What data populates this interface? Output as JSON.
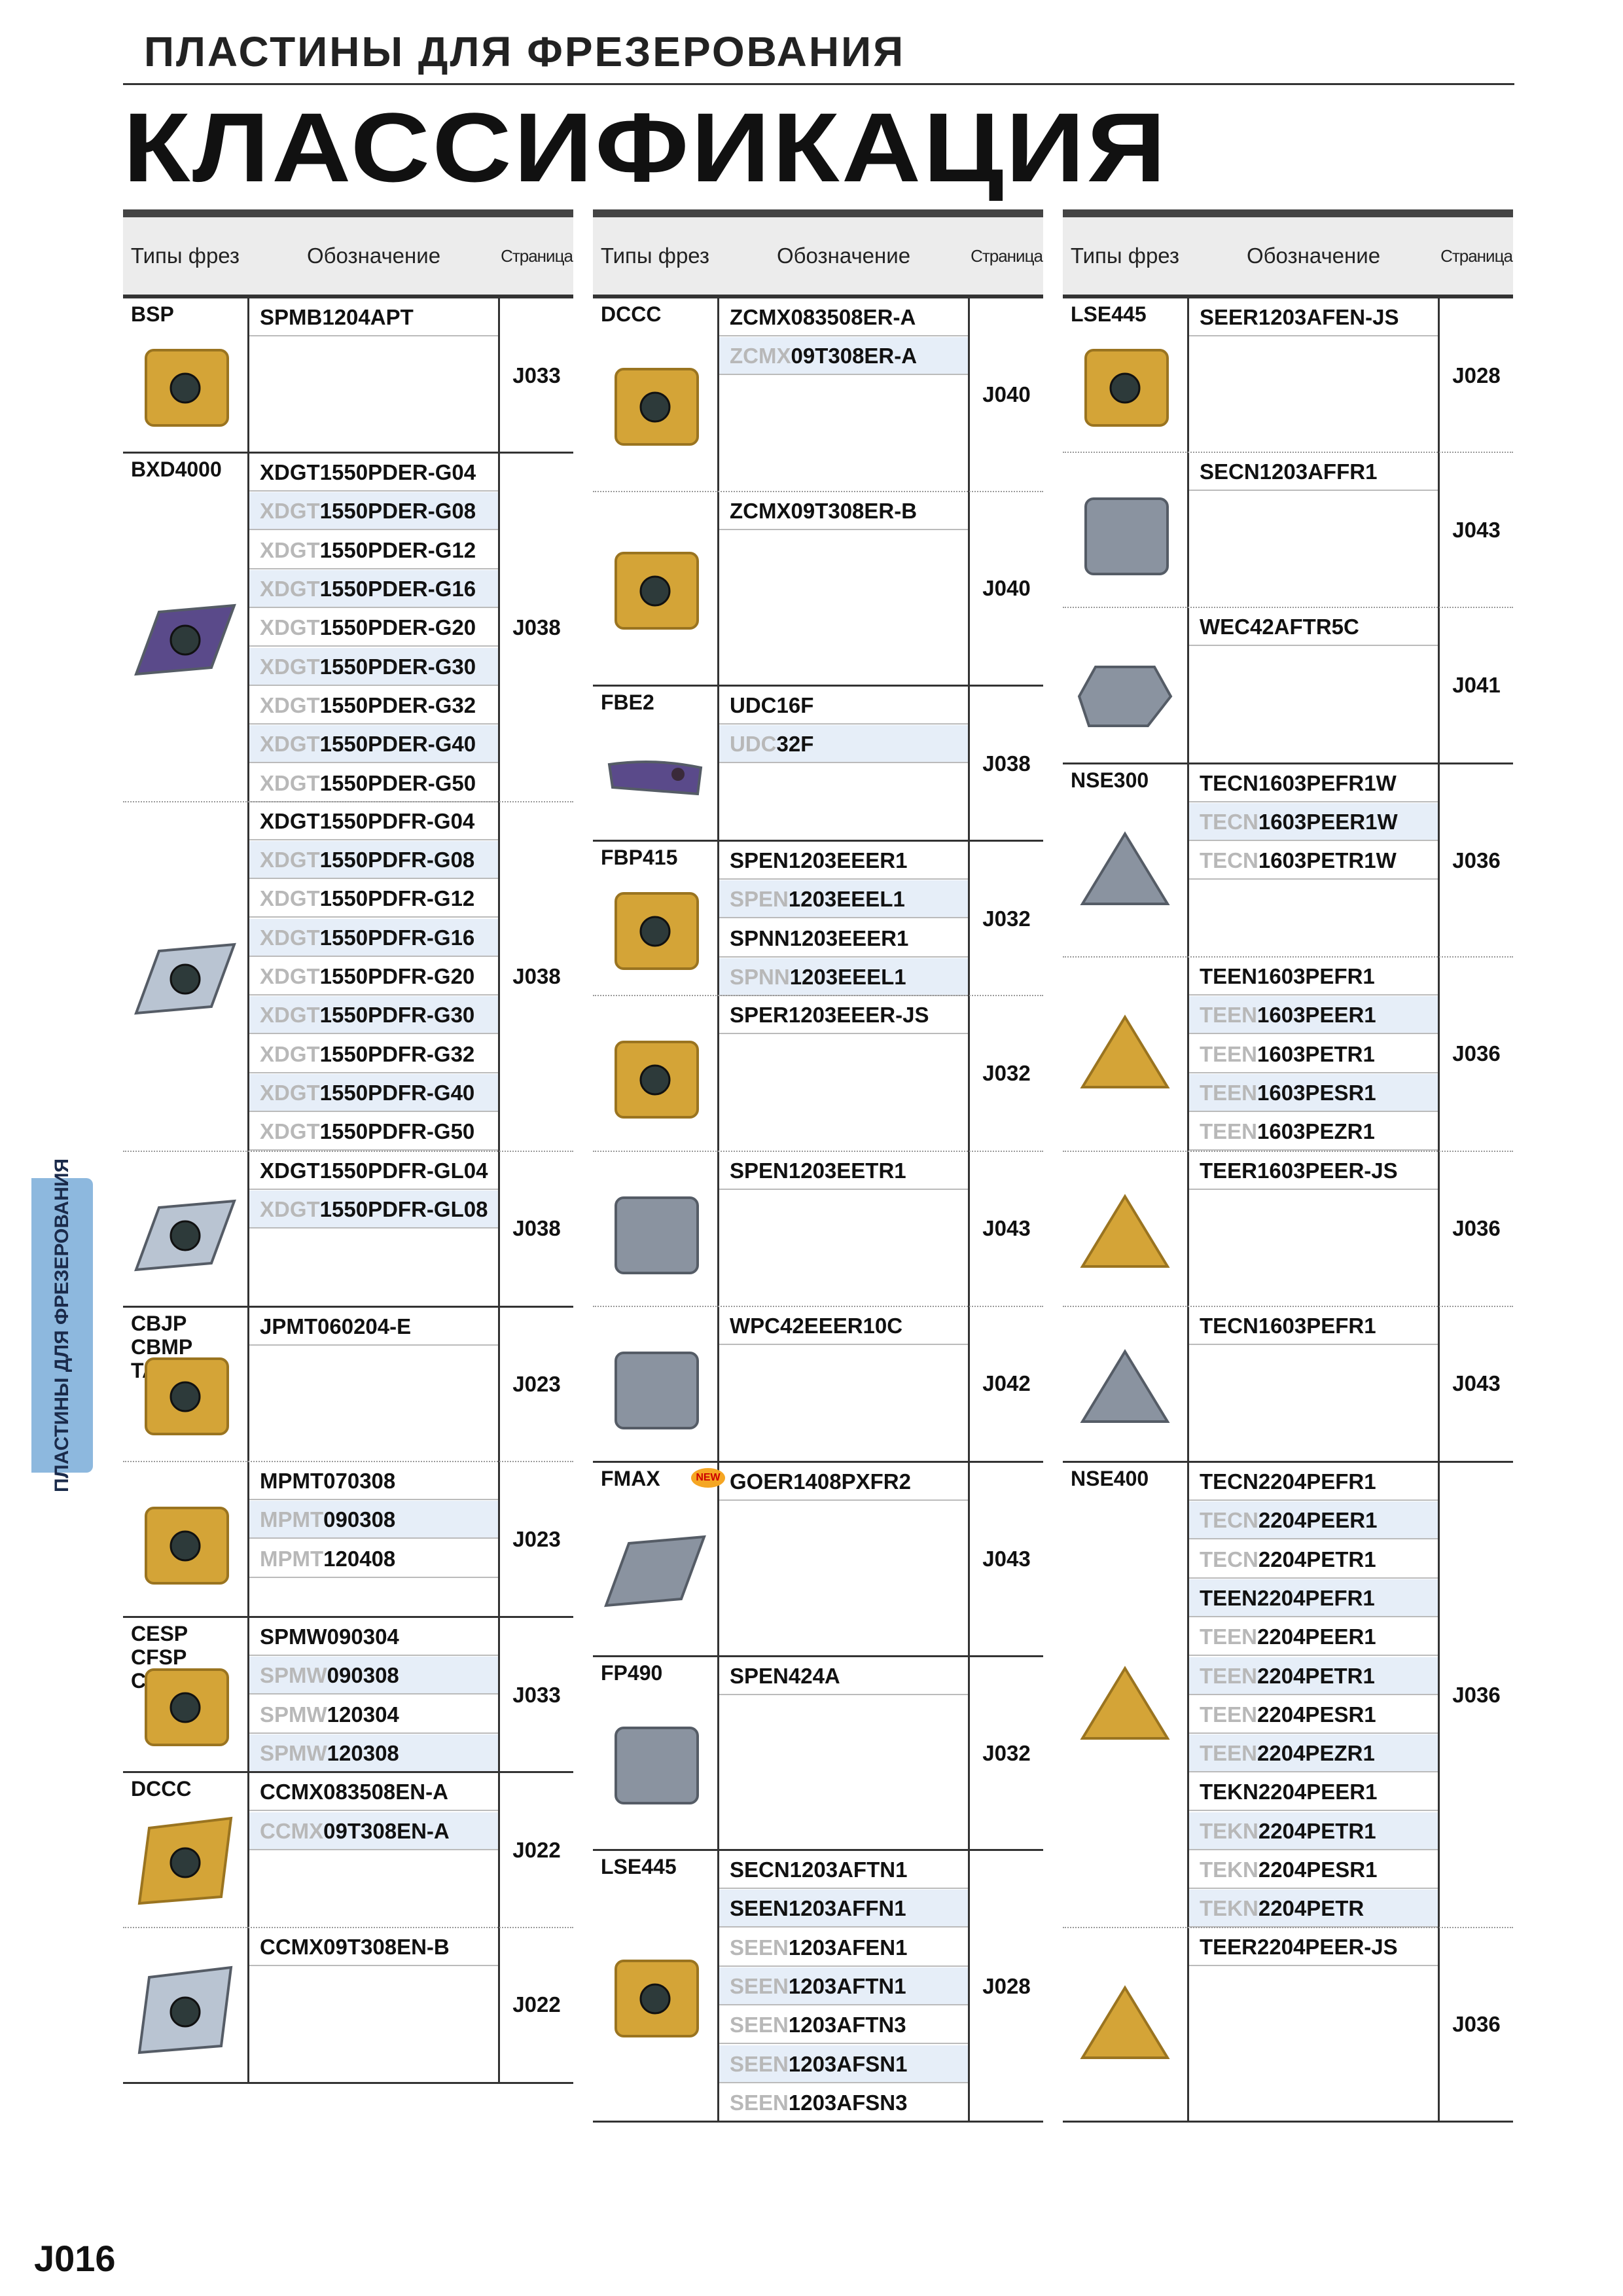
{
  "header": {
    "subtitle": "ПЛАСТИНЫ ДЛЯ ФРЕЗЕРОВАНИЯ",
    "title": "КЛАССИФИКАЦИЯ"
  },
  "table_headers": {
    "type": "Типы фрез",
    "designation": "Обозначение",
    "page": "Страница"
  },
  "side_tab": "ПЛАСТИНЫ ДЛЯ ФРЕЗЕРОВАНИЯ",
  "page_number": "J016",
  "new_badge": "NEW",
  "colors": {
    "gold_insert": "#d4a437",
    "grey_insert": "#8a93a0",
    "purple_insert": "#5a4a8a",
    "highlight_row": "#e6eef8",
    "side_tab": "#8db8de"
  },
  "columns": [
    {
      "groups": [
        {
          "type": "BSP",
          "page": "J033",
          "icon": "gold-square-insert",
          "rows": [
            [
              "",
              "SPMB1204APT"
            ]
          ]
        },
        {
          "type": "BXD4000",
          "page": "J038",
          "icon": "purple-parallelogram-insert",
          "rows": [
            [
              "",
              "XDGT1550PDER-G04"
            ],
            [
              "XDGT",
              "1550PDER-G08"
            ],
            [
              "XDGT",
              "1550PDER-G12"
            ],
            [
              "XDGT",
              "1550PDER-G16"
            ],
            [
              "XDGT",
              "1550PDER-G20"
            ],
            [
              "XDGT",
              "1550PDER-G30"
            ],
            [
              "XDGT",
              "1550PDER-G32"
            ],
            [
              "XDGT",
              "1550PDER-G40"
            ],
            [
              "XDGT",
              "1550PDER-G50"
            ]
          ]
        },
        {
          "type": "",
          "page": "J038",
          "icon": "silver-parallelogram-insert",
          "rows": [
            [
              "",
              "XDGT1550PDFR-G04"
            ],
            [
              "XDGT",
              "1550PDFR-G08"
            ],
            [
              "XDGT",
              "1550PDFR-G12"
            ],
            [
              "XDGT",
              "1550PDFR-G16"
            ],
            [
              "XDGT",
              "1550PDFR-G20"
            ],
            [
              "XDGT",
              "1550PDFR-G30"
            ],
            [
              "XDGT",
              "1550PDFR-G32"
            ],
            [
              "XDGT",
              "1550PDFR-G40"
            ],
            [
              "XDGT",
              "1550PDFR-G50"
            ]
          ]
        },
        {
          "type": "",
          "page": "J038",
          "icon": "silver-parallelogram-insert",
          "rows": [
            [
              "",
              "XDGT1550PDFR-GL04"
            ],
            [
              "XDGT",
              "1550PDFR-GL08"
            ]
          ]
        },
        {
          "type": "CBJP\nCBMP\nTAB",
          "page": "J023",
          "icon": "gold-square-insert",
          "rows": [
            [
              "",
              "JPMT060204-E"
            ]
          ]
        },
        {
          "type": "",
          "page": "J023",
          "icon": "gold-square-insert",
          "rows": [
            [
              "",
              "MPMT070308"
            ],
            [
              "MPMT",
              "090308"
            ],
            [
              "MPMT",
              "120408"
            ]
          ]
        },
        {
          "type": "CESP\nCFSP\nCGSP",
          "page": "J033",
          "icon": "gold-square-insert",
          "rows": [
            [
              "",
              "SPMW090304"
            ],
            [
              "SPMW",
              "090308"
            ],
            [
              "SPMW",
              "120304"
            ],
            [
              "SPMW",
              "120308"
            ]
          ]
        },
        {
          "type": "DCCC",
          "page": "J022",
          "icon": "gold-rhombus-insert",
          "rows": [
            [
              "",
              "CCMX083508EN-A"
            ],
            [
              "CCMX",
              "09T308EN-A"
            ]
          ]
        },
        {
          "type": "",
          "page": "J022",
          "icon": "silver-rhombus-insert",
          "rows": [
            [
              "",
              "CCMX09T308EN-B"
            ]
          ]
        }
      ]
    },
    {
      "groups": [
        {
          "type": "DCCC",
          "page": "J040",
          "icon": "gold-square-insert",
          "rows": [
            [
              "",
              "ZCMX083508ER-A"
            ],
            [
              "ZCMX",
              "09T308ER-A"
            ]
          ]
        },
        {
          "type": "",
          "page": "J040",
          "icon": "gold-square-insert",
          "rows": [
            [
              "",
              "ZCMX09T308ER-B"
            ]
          ]
        },
        {
          "type": "FBE2",
          "page": "J038",
          "icon": "purple-bar-insert",
          "rows": [
            [
              "",
              "UDC16F"
            ],
            [
              "UDC",
              "32F"
            ]
          ]
        },
        {
          "type": "FBP415",
          "page": "J032",
          "icon": "gold-square-insert",
          "rows": [
            [
              "",
              "SPEN1203EEER1"
            ],
            [
              "SPEN",
              "1203EEEL1"
            ],
            [
              "",
              "SPNN1203EEER1"
            ],
            [
              "SPNN",
              "1203EEEL1"
            ]
          ]
        },
        {
          "type": "",
          "page": "J032",
          "icon": "gold-square-insert",
          "rows": [
            [
              "",
              "SPER1203EEER-JS"
            ]
          ]
        },
        {
          "type": "",
          "page": "J043",
          "icon": "grey-square-insert",
          "rows": [
            [
              "",
              "SPEN1203EETR1"
            ]
          ]
        },
        {
          "type": "",
          "page": "J042",
          "icon": "grey-square-insert",
          "rows": [
            [
              "",
              "WPC42EEER10C"
            ]
          ]
        },
        {
          "type": "FMAX",
          "page": "J043",
          "icon": "grey-parallelogram-insert",
          "new": true,
          "rows": [
            [
              "",
              "GOER1408PXFR2"
            ]
          ]
        },
        {
          "type": "FP490",
          "page": "J032",
          "icon": "grey-square-insert",
          "rows": [
            [
              "",
              "SPEN424A"
            ]
          ]
        },
        {
          "type": "LSE445",
          "page": "J028",
          "icon": "gold-square-insert",
          "rows": [
            [
              "",
              "SECN1203AFTN1"
            ],
            [
              "",
              "SEEN1203AFFN1"
            ],
            [
              "SEEN",
              "1203AFEN1"
            ],
            [
              "SEEN",
              "1203AFTN1"
            ],
            [
              "SEEN",
              "1203AFTN3"
            ],
            [
              "SEEN",
              "1203AFSN1"
            ],
            [
              "SEEN",
              "1203AFSN3"
            ]
          ]
        }
      ]
    },
    {
      "groups": [
        {
          "type": "LSE445",
          "page": "J028",
          "icon": "gold-square-insert",
          "rows": [
            [
              "",
              "SEER1203AFEN-JS"
            ]
          ]
        },
        {
          "type": "",
          "page": "J043",
          "icon": "grey-square-insert",
          "rows": [
            [
              "",
              "SECN1203AFFR1"
            ]
          ]
        },
        {
          "type": "",
          "page": "J041",
          "icon": "grey-hexagon-insert",
          "rows": [
            [
              "",
              "WEC42AFTR5C"
            ]
          ]
        },
        {
          "type": "NSE300",
          "page": "J036",
          "icon": "grey-triangle-insert",
          "rows": [
            [
              "",
              "TECN1603PEFR1W"
            ],
            [
              "TECN",
              "1603PEER1W"
            ],
            [
              "TECN",
              "1603PETR1W"
            ]
          ]
        },
        {
          "type": "",
          "page": "J036",
          "icon": "gold-triangle-insert",
          "rows": [
            [
              "",
              "TEEN1603PEFR1"
            ],
            [
              "TEEN",
              "1603PEER1"
            ],
            [
              "TEEN",
              "1603PETR1"
            ],
            [
              "TEEN",
              "1603PESR1"
            ],
            [
              "TEEN",
              "1603PEZR1"
            ]
          ]
        },
        {
          "type": "",
          "page": "J036",
          "icon": "gold-triangle-insert",
          "rows": [
            [
              "",
              "TEER1603PEER-JS"
            ]
          ]
        },
        {
          "type": "",
          "page": "J043",
          "icon": "grey-triangle-insert",
          "rows": [
            [
              "",
              "TECN1603PEFR1"
            ]
          ]
        },
        {
          "type": "NSE400",
          "page": "J036",
          "icon": "gold-triangle-insert",
          "rows": [
            [
              "",
              "TECN2204PEFR1"
            ],
            [
              "TECN",
              "2204PEER1"
            ],
            [
              "TECN",
              "2204PETR1"
            ],
            [
              "",
              "TEEN2204PEFR1"
            ],
            [
              "TEEN",
              "2204PEER1"
            ],
            [
              "TEEN",
              "2204PETR1"
            ],
            [
              "TEEN",
              "2204PESR1"
            ],
            [
              "TEEN",
              "2204PEZR1"
            ],
            [
              "",
              "TEKN2204PEER1"
            ],
            [
              "TEKN",
              "2204PETR1"
            ],
            [
              "TEKN",
              "2204PESR1"
            ],
            [
              "TEKN",
              "2204PETR"
            ]
          ]
        },
        {
          "type": "",
          "page": "J036",
          "icon": "gold-triangle-insert",
          "rows": [
            [
              "",
              "TEER2204PEER-JS"
            ]
          ]
        }
      ]
    }
  ]
}
